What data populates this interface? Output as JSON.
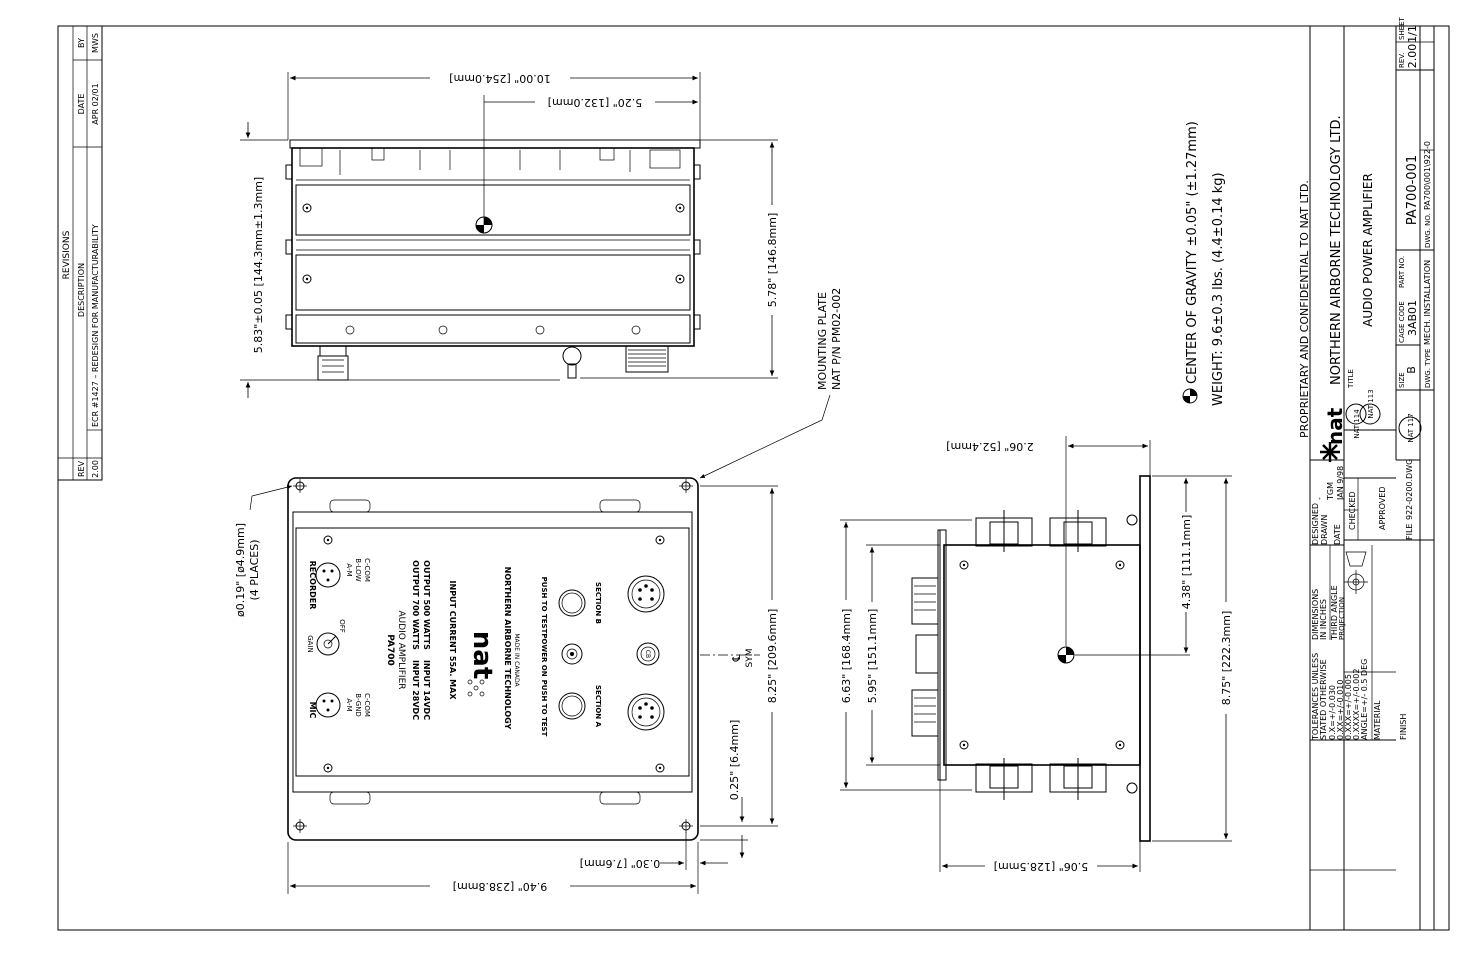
{
  "revisions": {
    "heading": "REVISIONS",
    "col_rev": "REV",
    "col_description": "DESCRIPTION",
    "col_date": "DATE",
    "col_by": "BY",
    "row_rev": "2.00",
    "row_description": "ECR #1427 – REDESIGN FOR MANUFACTURABILITY",
    "row_date": "APR 02/01",
    "row_by": "MWS"
  },
  "top_view": {
    "dim_length": "10.00\" [254.0mm]",
    "dim_cg_x": "5.20\" [132.0mm]",
    "dim_height": "5.83\"±0.05 [144.3mm±1.3mm]",
    "dim_overall": "5.78\" [146.8mm]"
  },
  "mounting_plate": {
    "line1": "MOUNTING PLATE",
    "line2": "NAT P/N PM02-002"
  },
  "front_view": {
    "hole_dim": "ø0.19\" [ø4.9mm]",
    "hole_count": "(4 PLACES)",
    "dim_width": "8.25\" [209.6mm]",
    "dim_edge": "0.25\" [6.4mm]",
    "dim_margin": "0.30\" [7.6mm]",
    "dim_length": "9.40\" [238.8mm]",
    "sym_mark": "℄",
    "sym_label": "SYM",
    "panel": {
      "recorder": "RECORDER",
      "recorder_spec": [
        "A-M",
        "B-LOW",
        "C-COM"
      ],
      "mic": "MIC",
      "mic_spec": [
        "A-M",
        "B-GND",
        "C-COM"
      ],
      "gain": "GAIN",
      "off": "OFF",
      "model": "PA700",
      "model_desc": "AUDIO AMPLIFIER",
      "input_28": "INPUT 28VDC",
      "output_700": "OUTPUT 700 WATTS",
      "input_14": "INPUT 14VDC",
      "output_500": "OUTPUT 500 WATTS",
      "input_current": "INPUT CURRENT 55A. MAX",
      "logo": "nat",
      "maker": "NORTHERN AIRBORNE TECHNOLOGY",
      "made_in": "MADE IN CANADA",
      "push_test_b": "PUSH TO TEST",
      "section_b": "SECTION B",
      "power_on": "POWER ON",
      "push_test_a": "PUSH TO TEST",
      "section_a": "SECTION A",
      "cb": "CB"
    }
  },
  "side_view": {
    "dim_top": "2.06\" [52.4mm]",
    "dim_mid": "4.38\" [111.1mm]",
    "dim_total": "8.75\" [222.3mm]",
    "dim_left_outer": "6.63\" [168.4mm]",
    "dim_left_inner": "5.95\" [151.1mm]",
    "dim_bottom": "5.06\" [128.5mm]"
  },
  "notes": {
    "cg": "CENTER OF GRAVITY ±0.05\" (±1.27mm)",
    "weight": "WEIGHT: 9.6±0.3 lbs. (4.4±0.14 kg)",
    "proprietary": "PROPRIETARY AND CONFIDENTIAL TO NAT LTD."
  },
  "title_block": {
    "tolerances": [
      "TOLERANCES UNLESS",
      "STATED OTHERWISE",
      "0.X=+/-0.030",
      "0.XX=+/-0.010",
      "0.XXX=+/-0.005",
      "0.XXXX=+/-0.002",
      "ANGLE=+/- 0.5 DEG"
    ],
    "dimensions": [
      "DIMENSIONS",
      "IN INCHES"
    ],
    "projection": [
      "THIRD ANGLE",
      "PROJECTION"
    ],
    "material": "MATERIAL",
    "finish": "FINISH",
    "designed_label": "DESIGNED",
    "designed_value": "-",
    "drawn_label": "DRAWN",
    "drawn_value": "TGM",
    "date_label": "DATE",
    "date_value": "JAN 9/98",
    "checked_label": "CHECKED",
    "approved_label": "APPROVED",
    "file_label": "FILE",
    "file_value": "922-0200.DWG",
    "company": "NORTHERN AIRBORNE TECHNOLOGY LTD.",
    "logo": "nat",
    "title_label": "TITLE",
    "title": "AUDIO POWER AMPLIFIER",
    "size_label": "SIZE",
    "size_value": "B",
    "cage_label": "CAGE CODE",
    "cage_value": "3AB01",
    "part_label": "PART NO.",
    "part_value": "PA700-001",
    "rev_label": "REV.",
    "rev_value": "2.00",
    "sheet_label": "SHEET",
    "sheet_value": "1/1",
    "dwg_type_label": "DWG. TYPE",
    "dwg_type_value": "MECH. INSTALLATION",
    "dwg_no_label": "DWG. NO.",
    "dwg_no_value": "PA700\\001\\922-0",
    "stamps": [
      "NAT 114",
      "NAT 113",
      "NAT 117"
    ]
  }
}
